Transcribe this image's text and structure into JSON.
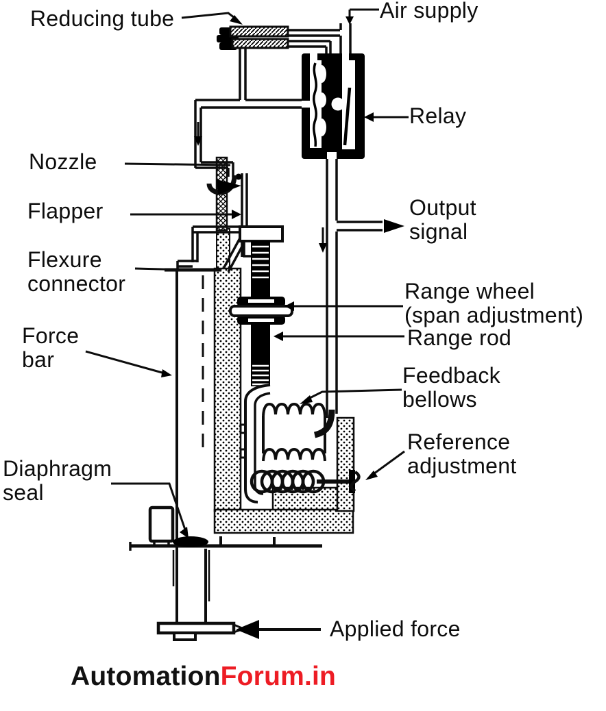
{
  "diagram": {
    "subject": "pneumatic force-balance transmitter schematic",
    "labels": {
      "reducing_tube": "Reducing tube",
      "air_supply": "Air supply",
      "relay": "Relay",
      "nozzle": "Nozzle",
      "flapper": "Flapper",
      "flexure_connector": "Flexure\nconnector",
      "force_bar": "Force\nbar",
      "output_signal": "Output\nsignal",
      "range_wheel": "Range wheel\n(span adjustment)",
      "range_rod": "Range rod",
      "feedback_bellows": "Feedback\nbellows",
      "reference_adjustment": "Reference\nadjustment",
      "diaphragm_seal": "Diaphragm\nseal",
      "applied_force": "Applied force"
    }
  },
  "branding": {
    "brand_black": "Automation",
    "brand_red": "Forum.in",
    "brand_red_hex": "#ed1c24",
    "brand_black_hex": "#111111"
  },
  "colors": {
    "ink": "#0d0d0d",
    "background": "#ffffff"
  }
}
